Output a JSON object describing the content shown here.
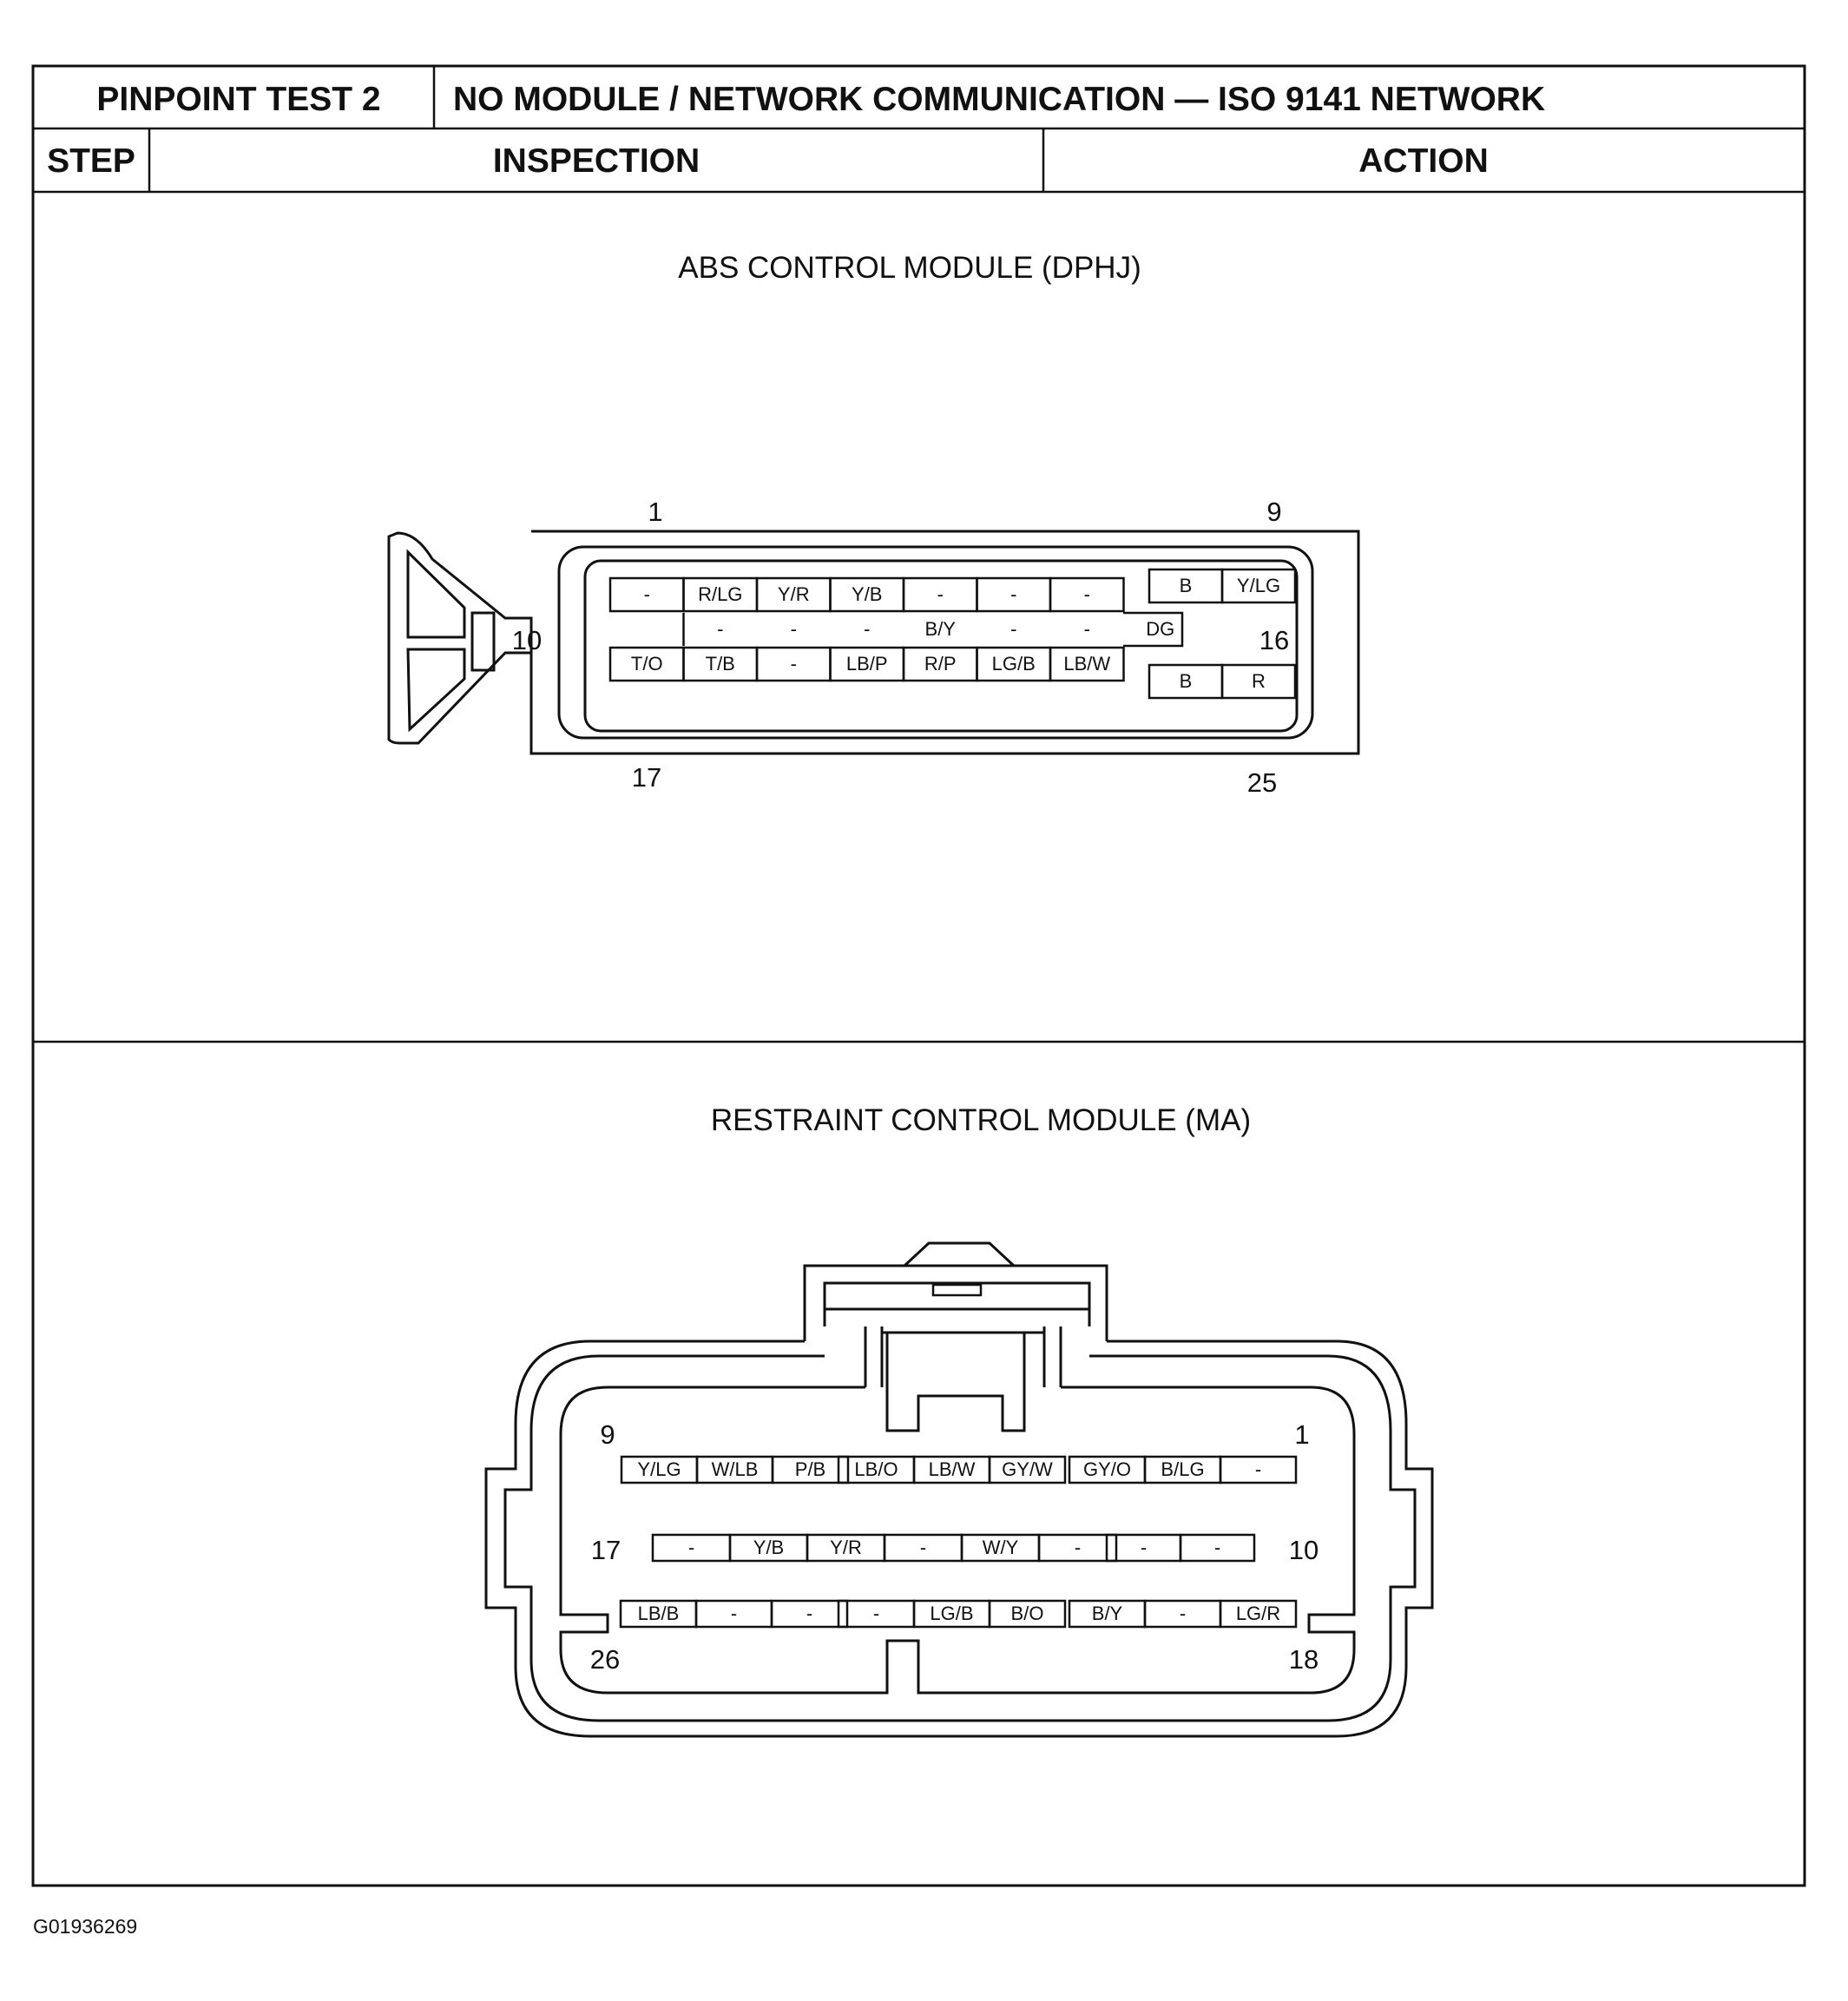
{
  "header": {
    "test_label": "PINPOINT TEST 2",
    "test_title": "NO MODULE / NETWORK COMMUNICATION — ISO 9141 NETWORK",
    "col_step": "STEP",
    "col_inspection": "INSPECTION",
    "col_action": "ACTION"
  },
  "abs_connector": {
    "title": "ABS CONTROL MODULE (DPHJ)",
    "pin_numbers": {
      "p1": "1",
      "p9": "9",
      "p10": "10",
      "p16": "16",
      "p17": "17",
      "p25": "25"
    },
    "row1": [
      "-",
      "R/LG",
      "Y/R",
      "Y/B",
      "-",
      "-",
      "-"
    ],
    "row1_right": [
      "B",
      "Y/LG"
    ],
    "row2": [
      "-",
      "-",
      "-",
      "B/Y",
      "-",
      "-",
      "DG"
    ],
    "row3": [
      "T/O",
      "T/B",
      "-",
      "LB/P",
      "R/P",
      "LG/B",
      "LB/W"
    ],
    "row3_right": [
      "B",
      "R"
    ]
  },
  "rcm_connector": {
    "title": "RESTRAINT CONTROL MODULE (MA)",
    "pin_numbers": {
      "p9": "9",
      "p1": "1",
      "p17": "17",
      "p10": "10",
      "p26": "26",
      "p18": "18"
    },
    "row1_groups": [
      [
        "Y/LG",
        "W/LB",
        "P/B"
      ],
      [
        "LB/O",
        "LB/W",
        "GY/W"
      ],
      [
        "GY/O",
        "B/LG",
        "-"
      ]
    ],
    "row2_groups": [
      [
        "-",
        "Y/B"
      ],
      [
        "Y/R",
        "-",
        "W/Y",
        "-"
      ],
      [
        "-",
        "-"
      ]
    ],
    "row3_groups": [
      [
        "LB/B",
        "-",
        "-"
      ],
      [
        "-",
        "LG/B",
        "B/O"
      ],
      [
        "B/Y",
        "-",
        "LG/R"
      ]
    ]
  },
  "figure_id": "G01936269"
}
